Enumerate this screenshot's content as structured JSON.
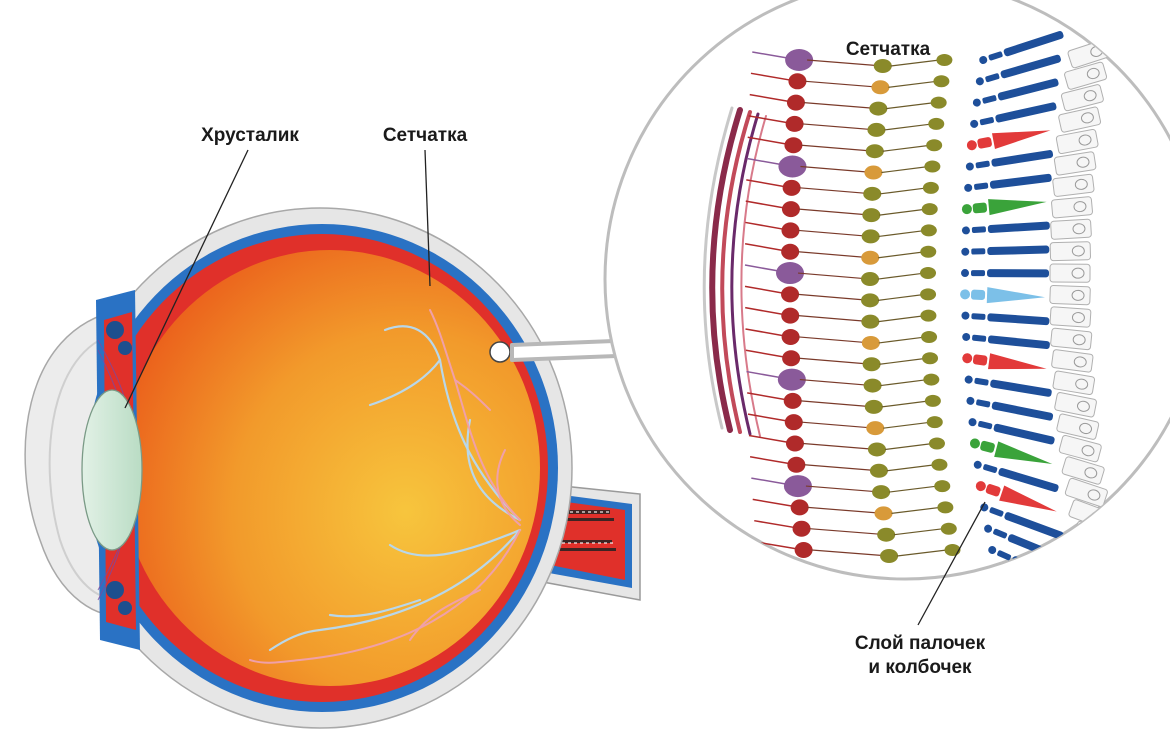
{
  "labels": {
    "lens": "Хрусталик",
    "retina": "Сетчатка",
    "retina_zoom": "Сетчатка",
    "rods_cones_line1": "Слой палочек",
    "rods_cones_line2": "и колбочек"
  },
  "colors": {
    "eyeball_fill_inner": "#f4b637",
    "eyeball_fill_outer": "#ec6a1c",
    "retina_red": "#e0302a",
    "choroid_blue": "#2a72c4",
    "sclera": "#e6e6e6",
    "lens": "#cfe8d8",
    "vessel_light": "#b8d7ea",
    "vessel_pink": "#f0a0a8",
    "circle_border": "#bdbdbd",
    "rod_blue": "#1e4f9a",
    "cone_red": "#e23a3a",
    "cone_green": "#3aa33a",
    "cone_lightblue": "#7cc0e8",
    "ganglion_purple": "#8a5a9a",
    "bipolar_olive": "#8a8a2a",
    "neuron_red": "#b02a2a",
    "horizontal_orange": "#d89a3a"
  },
  "icons": [
    "magnify-arrow-icon",
    "zoom-circle",
    "eyeball"
  ]
}
